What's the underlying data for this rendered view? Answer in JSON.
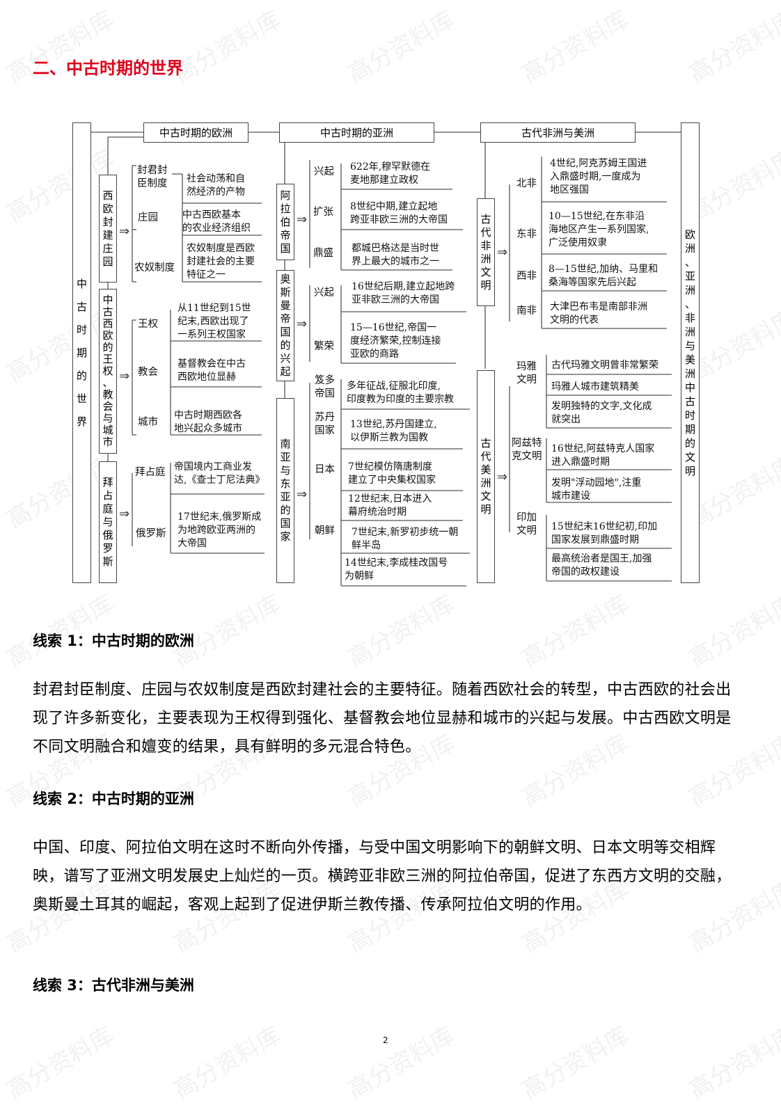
{
  "section_title": "二、中古时期的世界",
  "watermark": "高分资料库",
  "diagram": {
    "left_title": [
      "中",
      "古",
      "时",
      "期",
      "的",
      "世",
      "界"
    ],
    "right_title": [
      "欧",
      "洲",
      "、",
      "亚",
      "洲",
      "、",
      "非",
      "洲",
      "与",
      "美",
      "洲",
      "中",
      "古",
      "时",
      "期",
      "的",
      "文",
      "明"
    ],
    "headers": [
      "中古时期的欧洲",
      "中古时期的亚洲",
      "古代非洲与美洲"
    ],
    "europe": {
      "groups": [
        {
          "title": [
            "西",
            "欧",
            "封",
            "建",
            "庄",
            "园"
          ],
          "items": [
            {
              "label": "封君封\n臣制度",
              "text": "社会动荡和自\n然经济的产物"
            },
            {
              "label": "庄园",
              "text": "中古西欧基本\n的农业经济组织"
            },
            {
              "label": "农奴制度",
              "text": "农奴制度是西欧\n封建社会的主要\n特征之一"
            }
          ]
        },
        {
          "title": [
            "中",
            "古",
            "西",
            "欧",
            "的",
            "王",
            "权",
            "、",
            "教",
            "会",
            "与",
            "城",
            "市"
          ],
          "items": [
            {
              "label": "王权",
              "text": "从11世纪到15世\n纪末,西欧出现了\n一系列王权国家"
            },
            {
              "label": "教会",
              "text": "基督教会在中古\n西欧地位显赫"
            },
            {
              "label": "城市",
              "text": "中古时期西欧各\n地兴起众多城市"
            }
          ]
        },
        {
          "title": [
            "拜",
            "占",
            "庭",
            "与",
            "俄",
            "罗",
            "斯"
          ],
          "items": [
            {
              "label": "拜占庭",
              "text": "帝国境内工商业发\n达,《查士丁尼法典》"
            },
            {
              "label": "俄罗斯",
              "text": "17世纪末,俄罗斯成\n为地跨欧亚两洲的\n大帝国"
            }
          ]
        }
      ]
    },
    "asia": {
      "groups": [
        {
          "title": [
            "阿",
            "拉",
            "伯",
            "帝",
            "国"
          ],
          "items": [
            {
              "label": "兴起",
              "text": "622年,穆罕默德在\n麦地那建立政权"
            },
            {
              "label": "扩张",
              "text": "8世纪中期,建立起地\n跨亚非欧三洲的大帝国"
            },
            {
              "label": "鼎盛",
              "text": "都城巴格达是当时世\n界上最大的城市之一"
            }
          ]
        },
        {
          "title": [
            "奥",
            "斯",
            "曼",
            "帝",
            "国",
            "的",
            "兴",
            "起"
          ],
          "items": [
            {
              "label": "兴起",
              "text": "16世纪后期,建立起地跨\n亚非欧三洲的大帝国"
            },
            {
              "label": "繁荣",
              "text": "15—16世纪,帝国一\n度经济繁荣,控制连接\n亚欧的商路"
            }
          ]
        },
        {
          "title": [
            "南",
            "亚",
            "与",
            "东",
            "亚",
            "的",
            "国",
            "家"
          ],
          "items": [
            {
              "label": "笈多\n帝国",
              "text": "多年征战,征服北印度,\n印度教为印度的主要宗教"
            },
            {
              "label": "苏丹\n国家",
              "text": "13世纪,苏丹国建立,\n以伊斯兰教为国教"
            },
            {
              "label": "日本",
              "text": "7世纪模仿隋唐制度\n建立了中央集权国家"
            },
            {
              "label": "",
              "text": "12世纪末,日本进入\n幕府统治时期"
            },
            {
              "label": "朝鲜",
              "text": "7世纪末,新罗初步统一朝\n鲜半岛"
            },
            {
              "label": "",
              "text": "14世纪末,李成桂改国号\n为朝鲜"
            }
          ]
        }
      ]
    },
    "africa_america": {
      "groups": [
        {
          "title": [
            "古",
            "代",
            "非",
            "洲",
            "文",
            "明"
          ],
          "items": [
            {
              "label": "北非",
              "text": "4世纪,阿克苏姆王国进\n入鼎盛时期,一度成为\n地区强国"
            },
            {
              "label": "东非",
              "text": "10—15世纪,在东非沿\n海地区产生一系列国家,\n广泛使用奴隶"
            },
            {
              "label": "西非",
              "text": "8—15世纪,加纳、马里和\n桑海等国家先后兴起"
            },
            {
              "label": "南非",
              "text": "大津巴布韦是南部非洲\n文明的代表"
            }
          ]
        },
        {
          "title": [
            "古",
            "代",
            "美",
            "洲",
            "文",
            "明"
          ],
          "items": [
            {
              "label": "玛雅\n文明",
              "text": "古代玛雅文明曾非常繁荣"
            },
            {
              "label": "",
              "text": "玛雅人城市建筑精美"
            },
            {
              "label": "",
              "text": "发明独特的文字,文化成\n就突出"
            },
            {
              "label": "阿兹特\n克文明",
              "text": "16世纪,阿兹特克人国家\n进入鼎盛时期"
            },
            {
              "label": "",
              "text": "发明\"浮动园地\",注重\n城市建设"
            },
            {
              "label": "印加\n文明",
              "text": "15世纪末16世纪初,印加\n国家发展到鼎盛时期"
            },
            {
              "label": "",
              "text": "最高统治者是国王,加强\n帝国的政权建设"
            }
          ]
        }
      ]
    }
  },
  "clues": [
    {
      "title": "线索 1：中古时期的欧洲",
      "paragraph": "封君封臣制度、庄园与农奴制度是西欧封建社会的主要特征。随着西欧社会的转型，中古西欧的社会出现了许多新变化，主要表现为王权得到强化、基督教会地位显赫和城市的兴起与发展。中古西欧文明是不同文明融合和嬗变的结果，具有鲜明的多元混合特色。"
    },
    {
      "title": "线索 2：中古时期的亚洲",
      "paragraph": "中国、印度、阿拉伯文明在这时不断向外传播，与受中国文明影响下的朝鲜文明、日本文明等交相辉映，谱写了亚洲文明发展史上灿烂的一页。横跨亚非欧三洲的阿拉伯帝国，促进了东西方文明的交融，奥斯曼土耳其的崛起，客观上起到了促进伊斯兰教传播、传承阿拉伯文明的作用。"
    },
    {
      "title": "线索 3：古代非洲与美洲",
      "paragraph": ""
    }
  ],
  "page_number": "2"
}
